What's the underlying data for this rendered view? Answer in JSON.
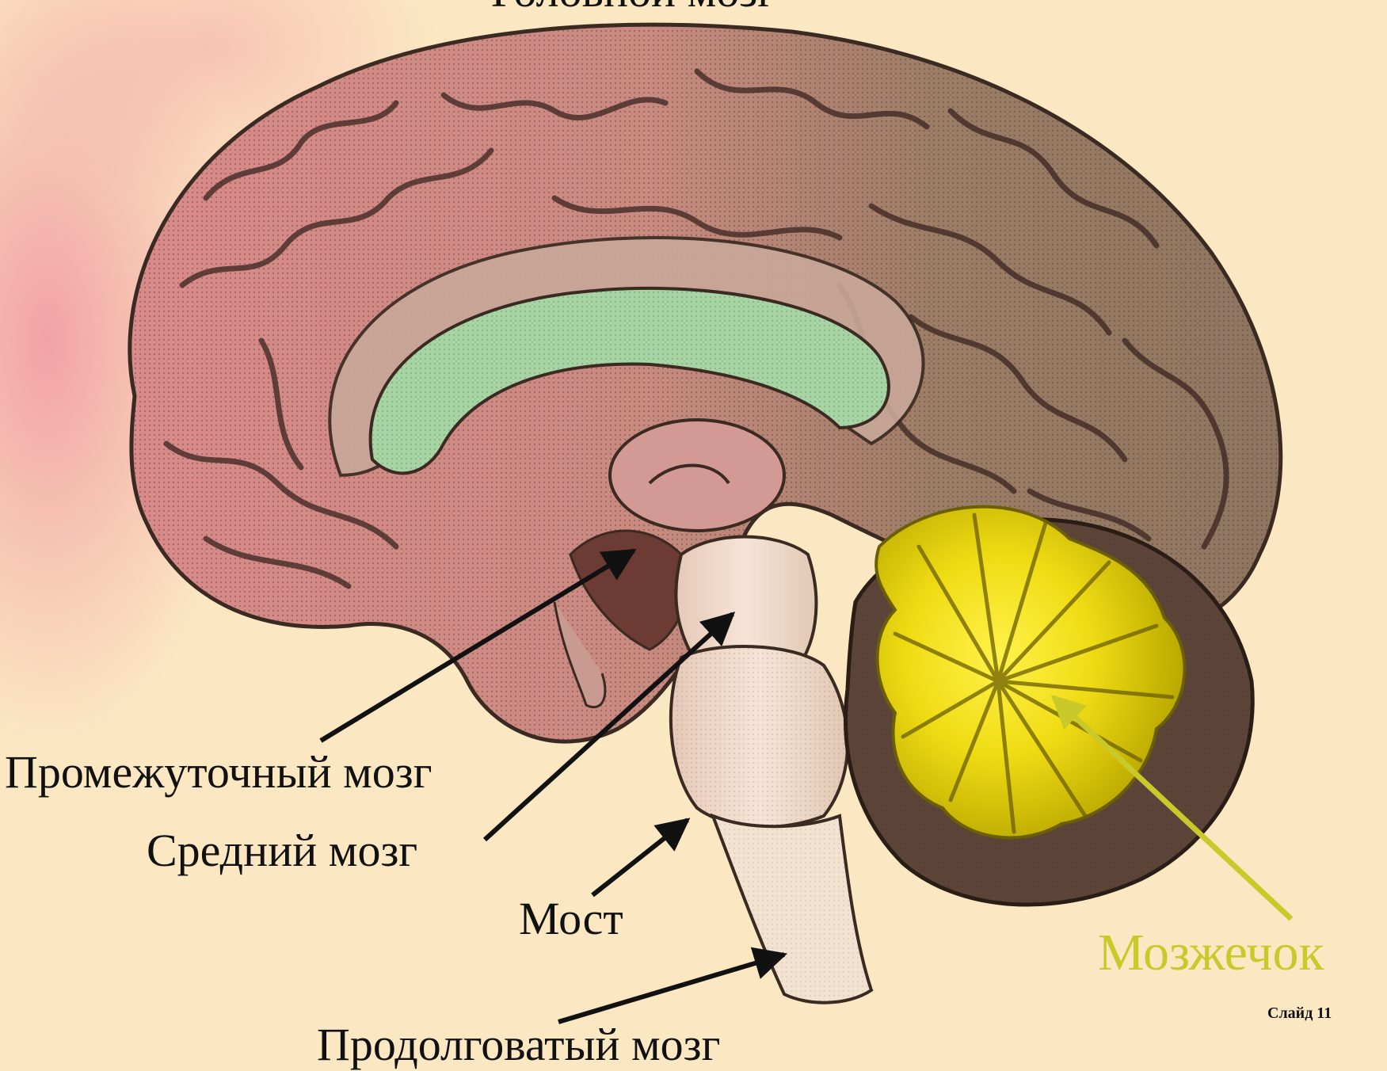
{
  "title_fragment": "Головной мозг",
  "labels": {
    "diencephalon": "Промежуточный мозг",
    "midbrain": "Средний мозг",
    "pons": "Мост",
    "medulla": "Продолговатый мозг",
    "cerebellum": "Мозжечок"
  },
  "slide_number": "Слайд 11",
  "colors": {
    "background": "#fbe8c3",
    "cortex_front": "#d98a8a",
    "cortex_back": "#8f7560",
    "corpus_callosum": "#9fd2a0",
    "brainstem": "#f0d6c4",
    "cerebellum": "#f0e018",
    "cerebellum_label": "#c9c92a",
    "arrows": "#111111"
  }
}
